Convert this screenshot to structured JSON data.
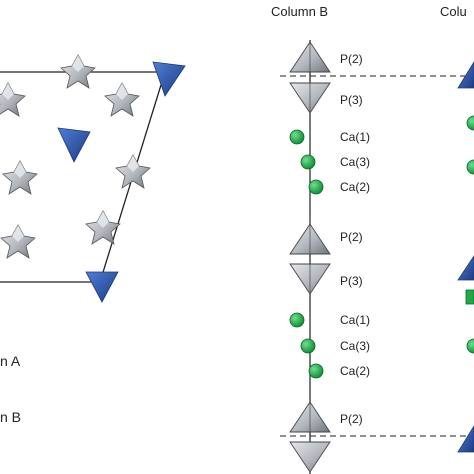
{
  "headers": {
    "column_b": "Column B",
    "column_c_partial": "Colu"
  },
  "legend": {
    "column_a": "n A",
    "column_b": "n B"
  },
  "column_b_labels": {
    "p2_top": "P(2)",
    "p3_top": "P(3)",
    "ca1_top": "Ca(1)",
    "ca3_top": "Ca(3)",
    "ca2_top": "Ca(2)",
    "p2_mid": "P(2)",
    "p3_mid": "P(3)",
    "ca1_mid": "Ca(1)",
    "ca3_mid": "Ca(3)",
    "ca2_mid": "Ca(2)",
    "p2_bot": "P(2)"
  },
  "colors": {
    "phosphate_grey": "#b9bcc2",
    "phosphate_blue": "#2f56a6",
    "calcium_green": "#1fa848",
    "line": "#222222"
  }
}
